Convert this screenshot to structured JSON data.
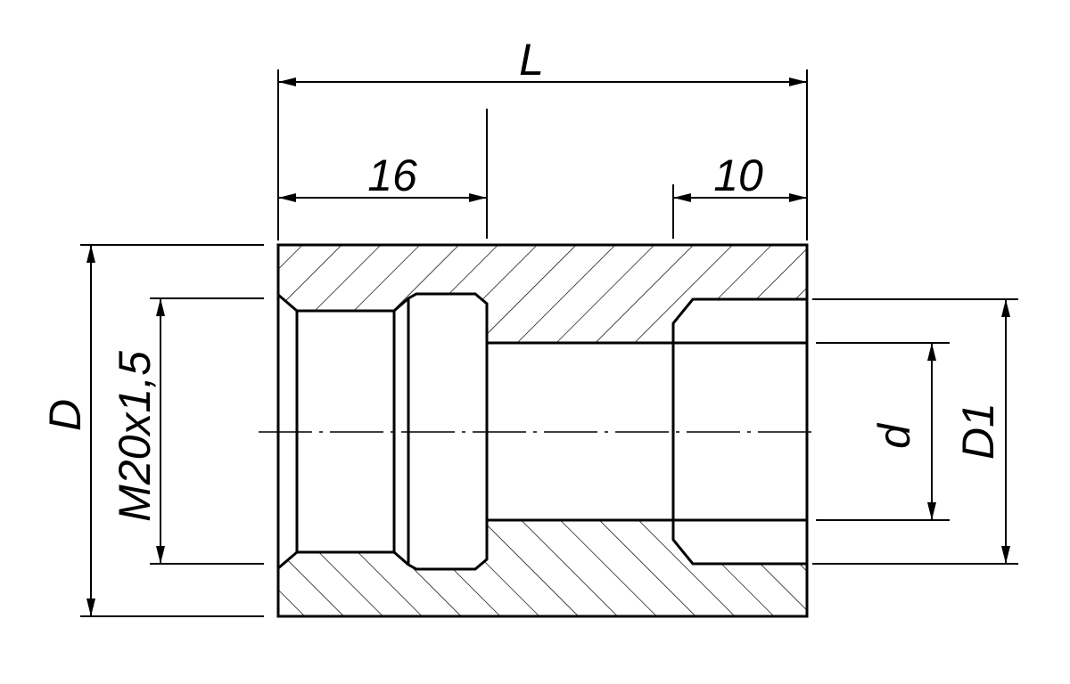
{
  "drawing": {
    "title": "Threaded bushing section",
    "dimensions": {
      "overall_length": "L",
      "left_depth": "16",
      "right_depth": "10",
      "outer_diameter": "D",
      "thread": "M20x1,5",
      "bore_diameter": "d",
      "counterbore_diameter": "D1"
    },
    "colors": {
      "line": "#000000",
      "background": "#ffffff"
    }
  }
}
